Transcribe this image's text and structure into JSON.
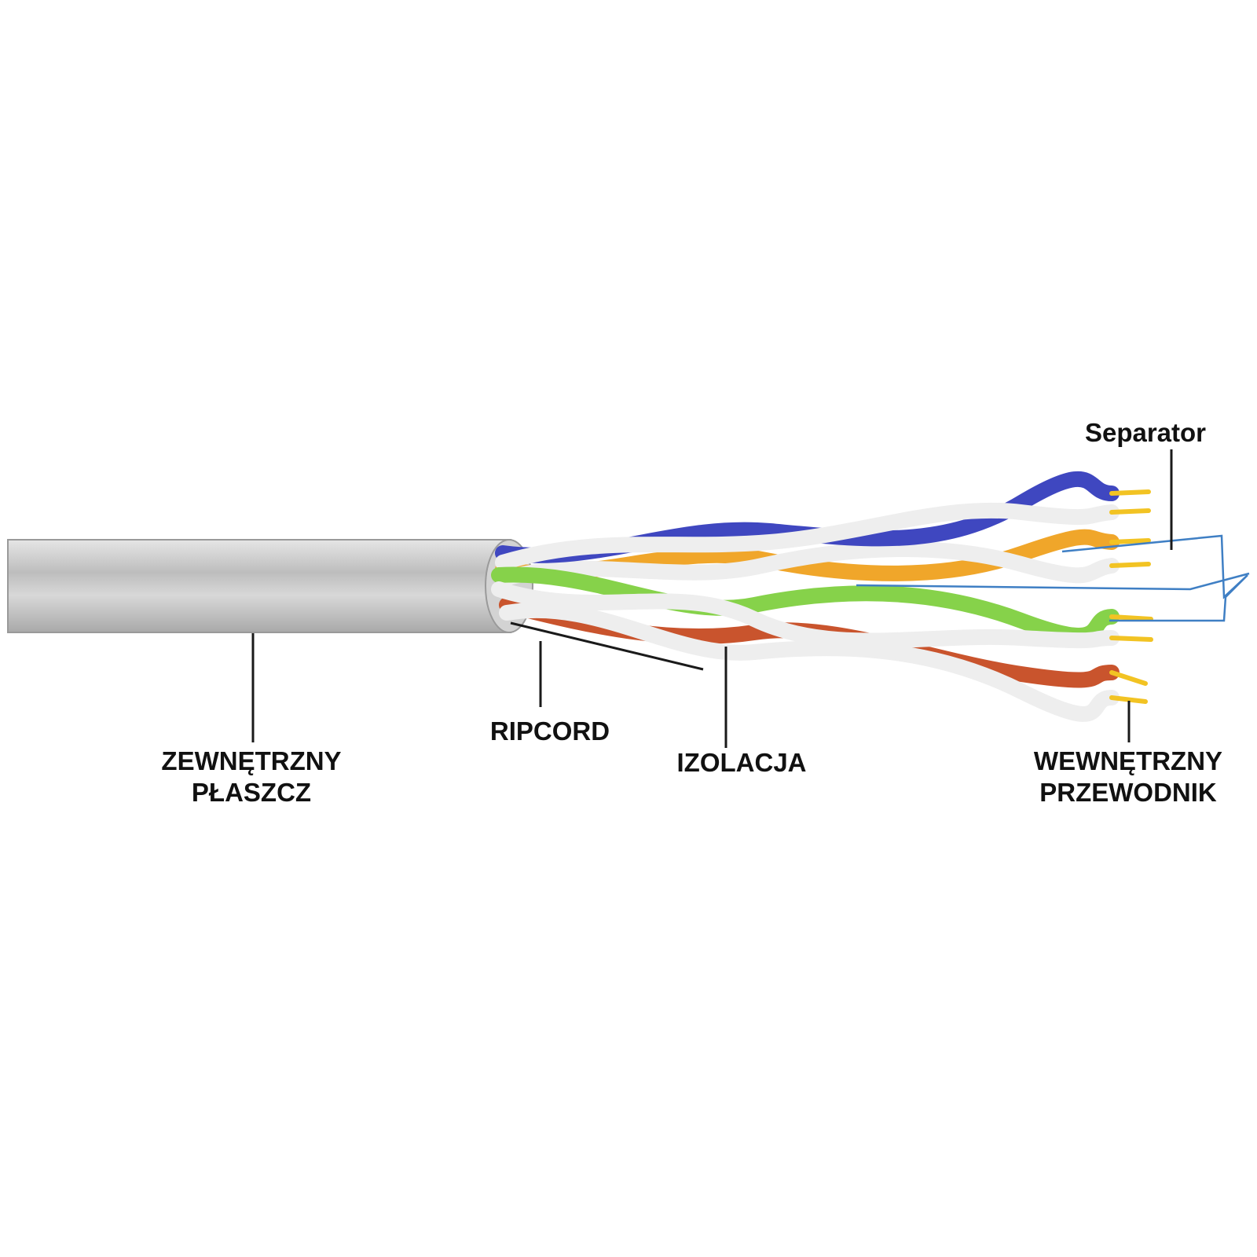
{
  "labels": {
    "outer_jacket_line1": "ZEWNĘTRZNY",
    "outer_jacket_line2": "PŁASZCZ",
    "ripcord": "RIPCORD",
    "insulation": "IZOLACJA",
    "inner_conductor_line1": "WEWNĘTRZNY",
    "inner_conductor_line2": "PRZEWODNIK",
    "separator": "Separator"
  },
  "colors": {
    "jacket": "#c9c9c9",
    "pair_blue": "#3f47c0",
    "pair_orange": "#f0a62a",
    "pair_green": "#86d24a",
    "pair_brown": "#c9542d",
    "white_wire": "#eeeeee",
    "copper": "#f2c323",
    "separator_line": "#3f7fc4",
    "leader_line": "#1a1a1a"
  }
}
